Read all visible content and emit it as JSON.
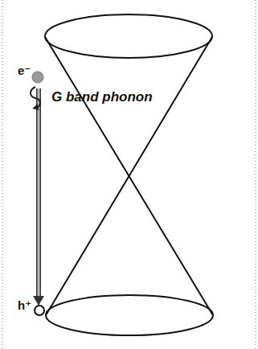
{
  "diagram": {
    "labels": [
      "e⁻",
      "G band phonon",
      "h⁺"
    ]
  }
}
